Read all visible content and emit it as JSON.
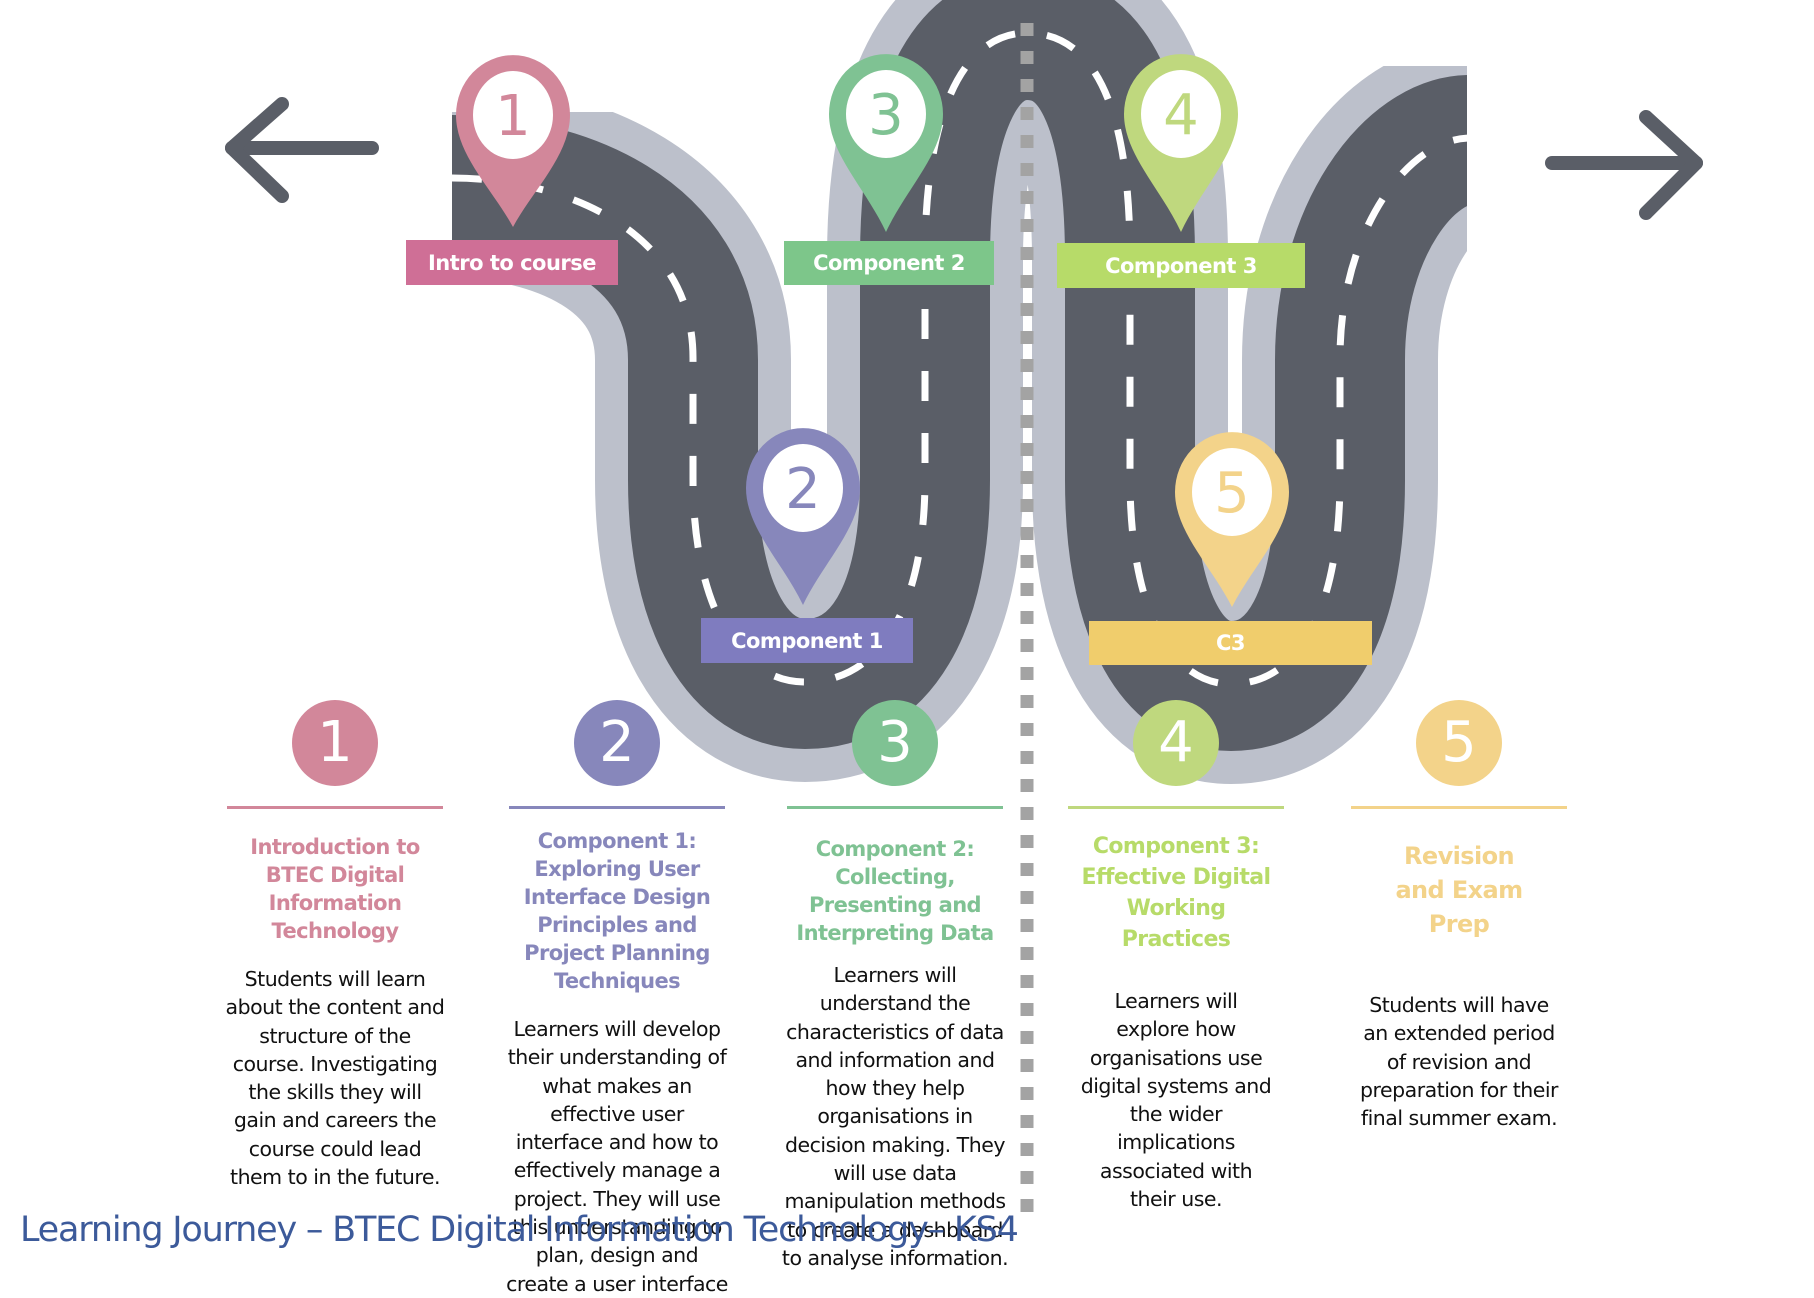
{
  "navigation": {
    "back_icon": "arrow-left-icon",
    "forward_icon": "arrow-right-icon"
  },
  "colors": {
    "road": "#5a5e67",
    "road_edge": "#bcc0cb",
    "lane_marking": "#ffffff",
    "divider": "#a3a3a3",
    "arrow": "#5a5e67",
    "title": "#3c5a9a",
    "stage1": "#d2879a",
    "stage2": "#8787bb",
    "stage3": "#7fc293",
    "stage4": "#bfd87e",
    "stage5": "#f3d38a",
    "label1": "#cf6f96",
    "label2": "#7f7cbf",
    "label3": "#7dc68a",
    "label4": "#b7db69",
    "label5": "#f0cd6c"
  },
  "pins": [
    {
      "number": "1",
      "label": "Intro to course",
      "icon": "map-pin-icon"
    },
    {
      "number": "2",
      "label": "Component 1",
      "icon": "map-pin-icon"
    },
    {
      "number": "3",
      "label": "Component 2",
      "icon": "map-pin-icon"
    },
    {
      "number": "4",
      "label": "Component 3",
      "icon": "map-pin-icon"
    },
    {
      "number": "5",
      "label": "C3",
      "icon": "map-pin-icon"
    }
  ],
  "stages": [
    {
      "number": "1",
      "heading": "Introduction to BTEC Digital Information Technology",
      "description": "Students will learn about the content and structure of the course. Investigating the skills they will gain and careers the course could lead them to in the future."
    },
    {
      "number": "2",
      "heading": "Component 1: Exploring User Interface Design Principles and Project Planning Techniques",
      "description": "Learners will develop their understanding of what makes an effective user interface and how to effectively manage a project. They will use this understanding to plan, design and create a user interface"
    },
    {
      "number": "3",
      "heading": "Component 2: Collecting, Presenting and Interpreting Data",
      "description": "Learners will understand the characteristics of data and information and how they help organisations in decision making. They will use data manipulation methods to create a dashboard to analyse information."
    },
    {
      "number": "4",
      "heading": "Component 3: Effective Digital Working Practices",
      "description": "Learners will explore how organisations use digital systems and the wider implications associated with their use."
    },
    {
      "number": "5",
      "heading": "Revision and Exam Prep",
      "description": "Students will have an extended period of revision and preparation for their final summer exam."
    }
  ],
  "footer": {
    "title": "Learning Journey – BTEC Digital Information Technology– KS4"
  }
}
